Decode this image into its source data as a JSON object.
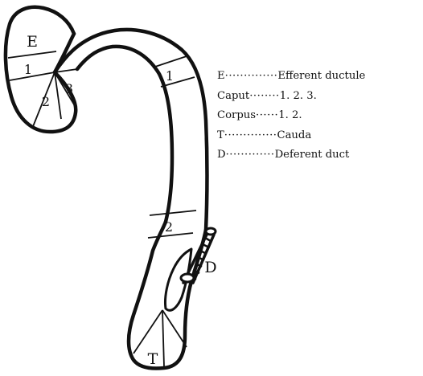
{
  "diagram": {
    "segments": {
      "efferent": "E",
      "caput_1": "1",
      "caput_2": "2",
      "caput_3": "3",
      "corpus_1": "1",
      "corpus_2": "2",
      "cauda": "T",
      "deferent": "D"
    }
  },
  "legend": [
    {
      "key": "E",
      "leader": "··············",
      "value": "Efferent ductule"
    },
    {
      "key": "Caput",
      "leader": "········",
      "value": "1. 2. 3."
    },
    {
      "key": "Corpus",
      "leader": "······",
      "value": "1. 2."
    },
    {
      "key": "T",
      "leader": "··············",
      "value": "Cauda"
    },
    {
      "key": "D",
      "leader": "·············",
      "value": "Deferent duct"
    }
  ]
}
